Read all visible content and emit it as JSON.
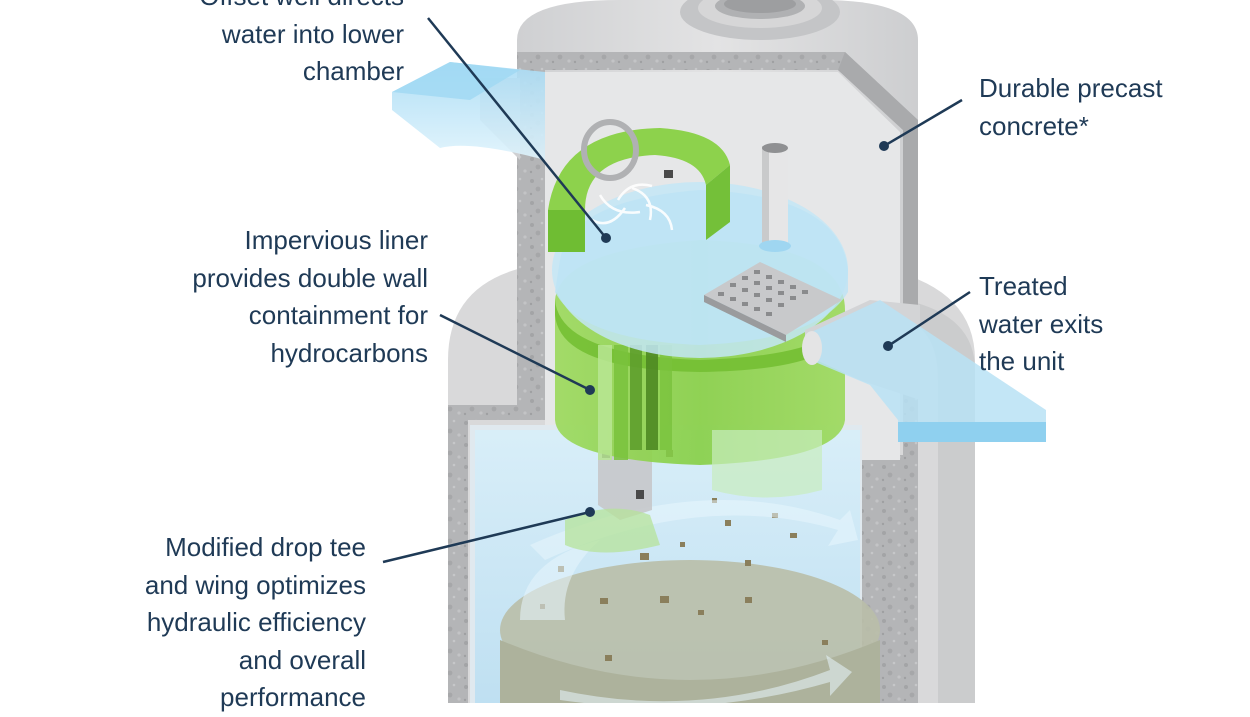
{
  "callouts": {
    "offset_well": {
      "lines": [
        "Offset well directs",
        "water into lower",
        "chamber"
      ]
    },
    "impervious_liner": {
      "lines": [
        "Impervious liner",
        "provides double wall",
        "containment for",
        "hydrocarbons"
      ]
    },
    "drop_tee": {
      "lines": [
        "Modified drop tee",
        "and wing optimizes",
        "hydraulic efficiency",
        "and overall",
        "performance"
      ]
    },
    "precast_concrete": {
      "lines": [
        "Durable precast",
        "concrete*"
      ]
    },
    "treated_water": {
      "lines": [
        "Treated",
        "water exits",
        "the unit"
      ]
    }
  },
  "colors": {
    "concrete": "#d9d9da",
    "concrete_dark": "#b8b9bb",
    "water": "#bfe3f5",
    "liner_green": "#8cd44a",
    "sediment": "#b8b9a6",
    "callout_line": "#1f3a56"
  }
}
